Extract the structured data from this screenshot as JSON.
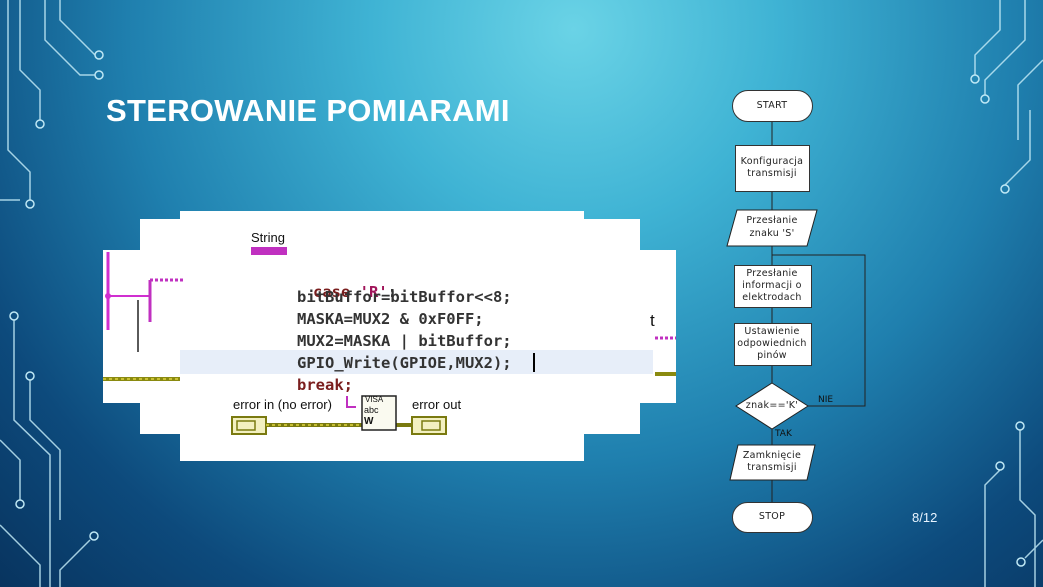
{
  "slide": {
    "title": "STEROWANIE POMIARAMI",
    "page_number": "8/12",
    "colors": {
      "bg_top": "#6ad3e6",
      "bg_bottom": "#08345f",
      "circuit": "#bfe8f5"
    }
  },
  "code_screenshot": {
    "string_label": "String",
    "lines": {
      "case_kw": "case",
      "case_val": "'R'",
      "case_colon": ":",
      "l1": "bitBuffor=bitBuffor<<8;",
      "l2": "MASKA=MUX2 & 0xF0FF;",
      "l3": "MUX2=MASKA | bitBuffor;",
      "l4": "GPIO_Write(GPIOE,MUX2);",
      "l5": "break;"
    },
    "error_in_label": "error in (no error)",
    "error_out_label": "error out",
    "visa_label": "VISA",
    "abc_label": "abc",
    "side_char": "t"
  },
  "flowchart": {
    "start": "START",
    "config_line1": "Konfiguracja",
    "config_line2": "transmisji",
    "send_line1": "Przesłanie",
    "send_line2": "znaku 'S'",
    "info_line1": "Przesłanie",
    "info_line2": "informacji o",
    "info_line3": "elektrodach",
    "pins_line1": "Ustawienie",
    "pins_line2": "odpowiednich",
    "pins_line3": "pinów",
    "decision": "znak=='K'",
    "no_label": "NIE",
    "yes_label": "TAK",
    "close_line1": "Zamknięcie",
    "close_line2": "transmisji",
    "stop": "STOP"
  }
}
